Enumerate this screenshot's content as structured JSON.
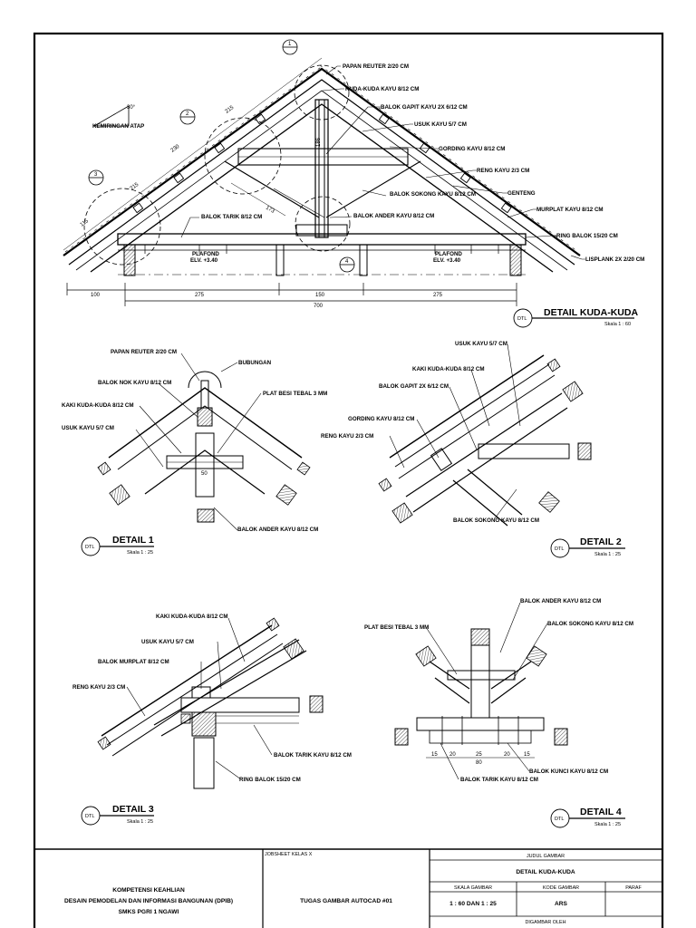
{
  "main_detail": {
    "title": "DETAIL KUDA-KUDA",
    "scale": "Skala 1 : 60",
    "dtl": "DTL",
    "slope_label": "KEMIRINGAN ATAP",
    "slope_value": "30°",
    "bubbles": [
      "1",
      "2",
      "3",
      "4"
    ],
    "callouts": [
      "PAPAN REUTER 2/20 CM",
      "KUDA-KUDA KAYU 8/12 CM",
      "BALOK GAPIT KAYU 2X 6/12 CM",
      "USUK KAYU 5/7 CM",
      "GORDING KAYU 8/12 CM",
      "RENG KAYU 2/3 CM",
      "GENTENG",
      "MURPLAT KAYU 8/12 CM",
      "RING BALOK 15/20 CM",
      "LISPLANK 2X 2/20 CM",
      "BALOK SOKONG KAYU 8/12 CM",
      "BALOK ANDER KAYU 8/12 CM",
      "BALOK TARIK 8/12 CM"
    ],
    "plafond_left": [
      "PLAFOND",
      "ELV. +3.40"
    ],
    "plafond_right": [
      "PLAFOND",
      "ELV. +3.40"
    ],
    "rafter_dims": [
      "115",
      "215",
      "230",
      "215"
    ],
    "strut_dim": "173",
    "post_dim": "186",
    "bottom_dims": [
      "100",
      "275",
      "150",
      "275"
    ],
    "total_dim": "700"
  },
  "detail_1": {
    "title": "DETAIL 1",
    "scale": "Skala 1 : 25",
    "dtl": "DTL",
    "callouts": [
      "PAPAN REUTER 2/20 CM",
      "BUBUNGAN",
      "BALOK NOK KAYU 8/12 CM",
      "PLAT BESI TEBAL 3 MM",
      "KAKI KUDA-KUDA 8/12 CM",
      "USUK KAYU 5/7 CM",
      "BALOK ANDER KAYU 8/12 CM"
    ],
    "dims": [
      "50"
    ]
  },
  "detail_2": {
    "title": "DETAIL 2",
    "scale": "Skala 1 : 25",
    "dtl": "DTL",
    "callouts": [
      "USUK KAYU 5/7 CM",
      "KAKI KUDA-KUDA 8/12 CM",
      "BALOK GAPIT 2X 6/12 CM",
      "GORDING KAYU 8/12 CM",
      "RENG KAYU 2/3 CM",
      "BALOK SOKONG KAYU 8/12 CM"
    ]
  },
  "detail_3": {
    "title": "DETAIL 3",
    "scale": "Skala 1 : 25",
    "dtl": "DTL",
    "callouts": [
      "KAKI KUDA-KUDA 8/12 CM",
      "USUK KAYU 5/7 CM",
      "BALOK MURPLAT 8/12 CM",
      "RENG KAYU 2/3 CM",
      "BALOK TARIK KAYU 8/12 CM",
      "RING BALOK 15/20 CM"
    ]
  },
  "detail_4": {
    "title": "DETAIL 4",
    "scale": "Skala 1 : 25",
    "dtl": "DTL",
    "callouts": [
      "BALOK ANDER KAYU 8/12 CM",
      "BALOK SOKONG KAYU 8/12 CM",
      "PLAT BESI TEBAL 3 MM",
      "BALOK TARIK KAYU 8/12 CM",
      "BALOK KUNCI KAYU 8/12 CM"
    ],
    "dims": [
      "15",
      "20",
      "25",
      "20",
      "15"
    ],
    "total": "80"
  },
  "title_block": {
    "competence_1": "KOMPETENSI KEAHLIAN",
    "competence_2": "DESAIN PEMODELAN DAN INFORMASI BANGUNAN (DPIB)",
    "competence_3": "SMKS PGRI 1 NGAWI",
    "jobsheet": "JOBSHEET KELAS X",
    "task": "TUGAS GAMBAR AUTOCAD #01",
    "judul_header": "JUDUL GAMBAR",
    "judul": "DETAIL KUDA-KUDA",
    "skala_header": "SKALA GAMBAR",
    "kode_header": "KODE GAMBAR",
    "paraf_header": "PARAF",
    "skala": "1 : 60 DAN 1 : 25",
    "kode": "ARS",
    "digambar_header": "DIGAMBAR OLEH"
  }
}
